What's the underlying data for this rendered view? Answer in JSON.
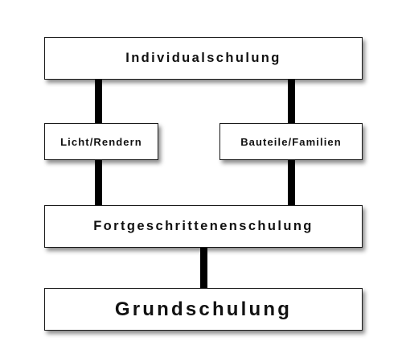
{
  "diagram": {
    "nodes": {
      "individualschulung": "Individualschulung",
      "licht_rendern": "Licht/Rendern",
      "bauteile_familien": "Bauteile/Familien",
      "fortgeschrittenenschulung": "Fortgeschrittenenschulung",
      "grundschulung": "Grundschulung"
    },
    "edges": [
      {
        "from": "individualschulung",
        "to": "licht_rendern"
      },
      {
        "from": "individualschulung",
        "to": "bauteile_familien"
      },
      {
        "from": "licht_rendern",
        "to": "fortgeschrittenenschulung"
      },
      {
        "from": "bauteile_familien",
        "to": "fortgeschrittenenschulung"
      },
      {
        "from": "fortgeschrittenenschulung",
        "to": "grundschulung"
      }
    ],
    "colors": {
      "connector": "#000000",
      "box_border": "#1a1a1a",
      "box_fill": "#ffffff",
      "text": "#111111"
    }
  }
}
